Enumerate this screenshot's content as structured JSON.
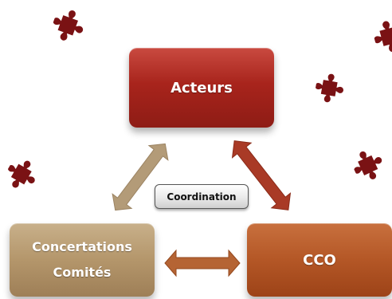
{
  "nodes": {
    "acteurs": {
      "label": "Acteurs"
    },
    "concertations": {
      "line1": "Concertations",
      "line2": "Comités"
    },
    "cco": {
      "label": "CCO"
    }
  },
  "coordination": {
    "label": "Coordination"
  },
  "colors": {
    "acteurs": "#a8241c",
    "concertations": "#b4966b",
    "cco": "#b45726",
    "arrow_left": "#b39b78",
    "arrow_right": "#a93a26",
    "arrow_bottom": "#b56434",
    "puzzle": "#7a1214"
  },
  "decorations": {
    "icon": "puzzle-piece-icon"
  }
}
